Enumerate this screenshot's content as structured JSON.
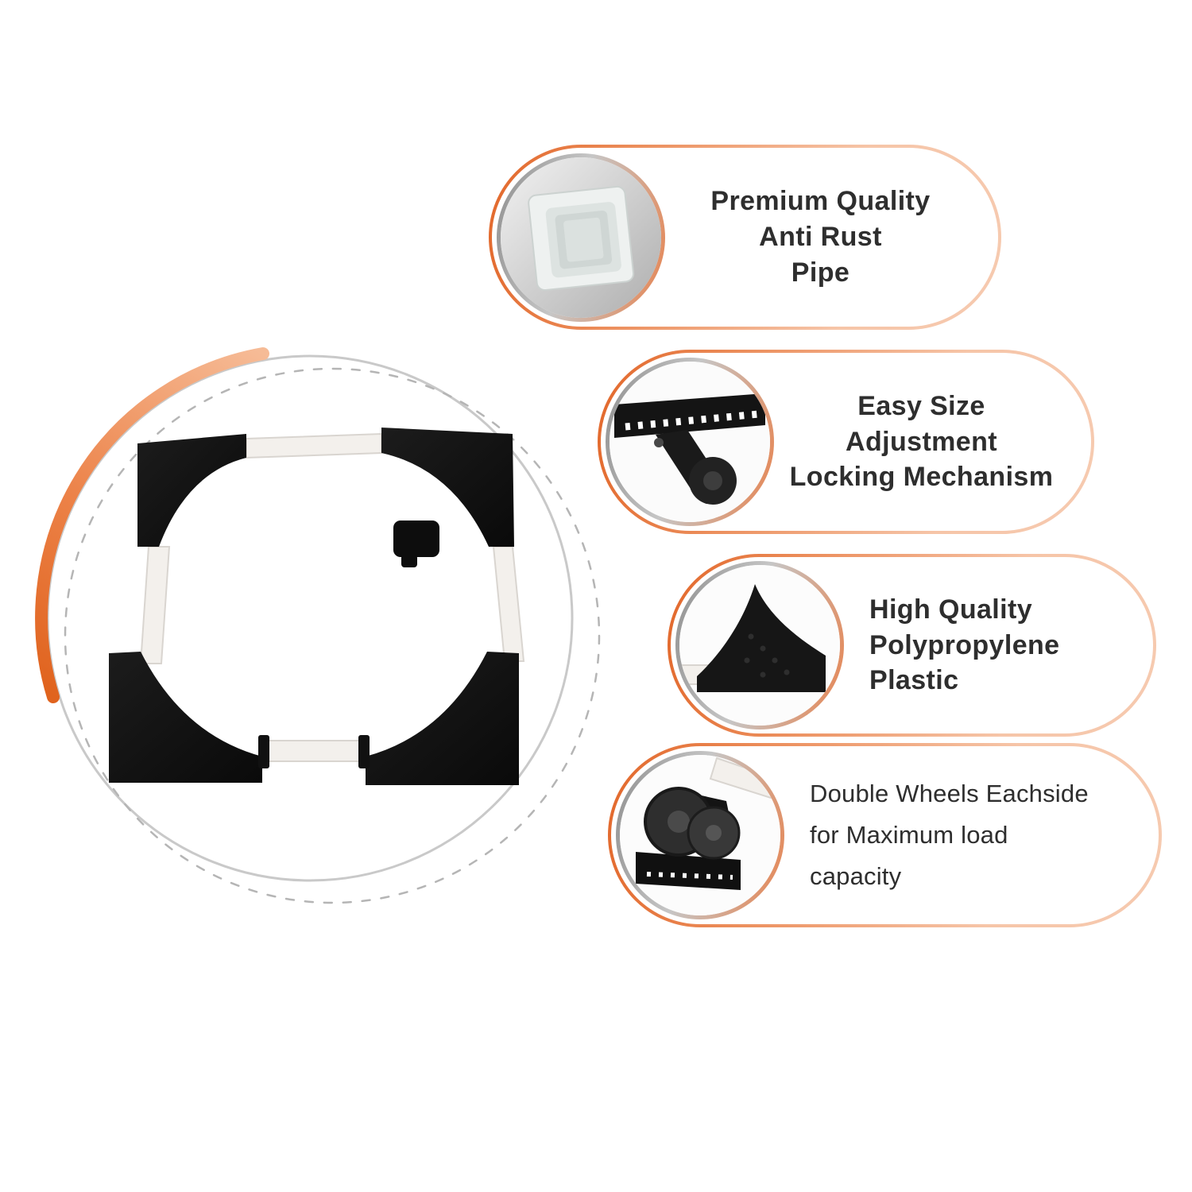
{
  "hero": {
    "image": "adjustable-appliance-stand-photo",
    "decorations": [
      "dashed-circle",
      "solid-circle",
      "orange-accent-arc"
    ]
  },
  "features": [
    {
      "title": "Premium Quality\nAnti Rust\nPipe",
      "image": "anti-rust-pipe-cross-section-photo"
    },
    {
      "title": "Easy Size\nAdjustment\nLocking Mechanism",
      "image": "size-adjustment-lock-photo"
    },
    {
      "title": "High Quality\nPolypropylene\nPlastic",
      "image": "polypropylene-corner-bracket-photo"
    },
    {
      "title": "Double Wheels Eachside\nfor Maximum load\ncapacity",
      "image": "double-caster-wheels-photo"
    }
  ],
  "colors": {
    "accent_orange": "#E8712F",
    "accent_orange_light": "#F6C5A8",
    "ring_gray": "#9A9A9A",
    "text": "#2E2E2E",
    "plastic_black": "#141414",
    "pipe_white": "#F3F0EC"
  }
}
